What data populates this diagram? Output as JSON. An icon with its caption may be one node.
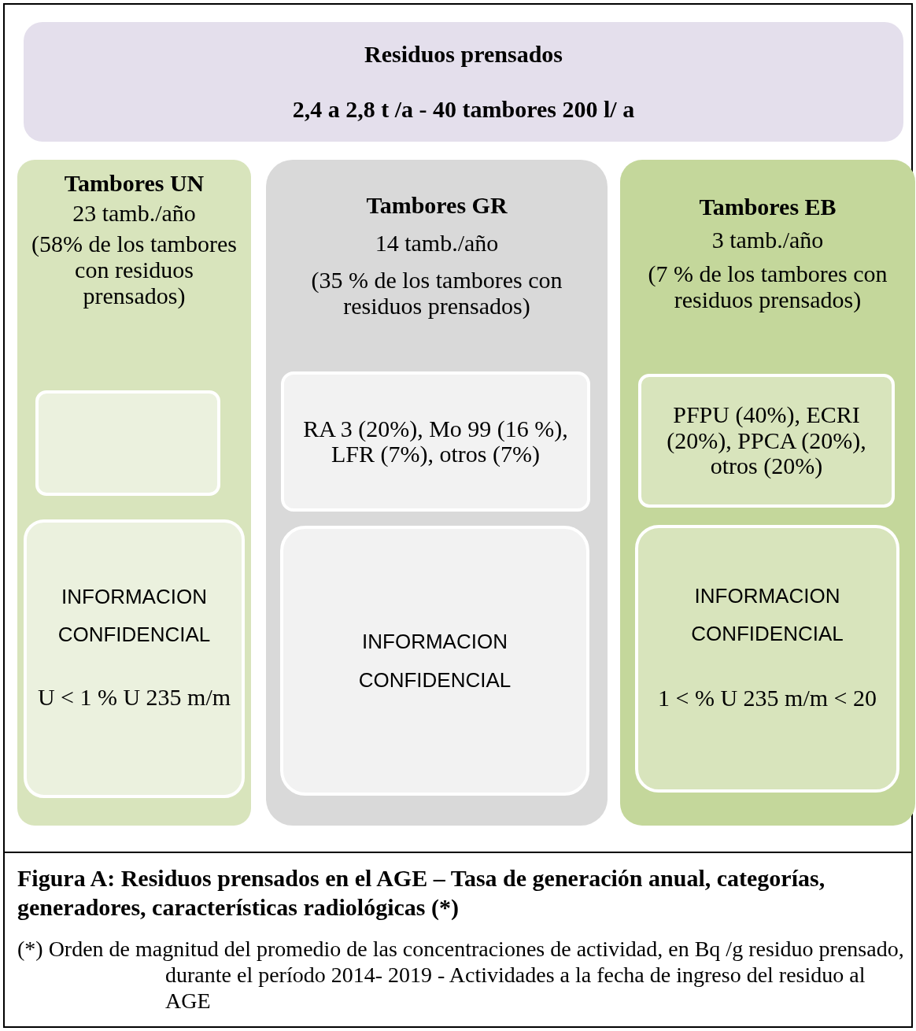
{
  "diagram": {
    "caption": "Figura A: Residuos prensados en el AGE – Tasa de generación anual, categorías, generadores, características radiológicas (*)",
    "nodes": [
      {
        "text": [
          "Residuos prensados",
          "2,4 a 2,8 t /a  - 40 tambores 200 l/ a"
        ]
      },
      {
        "text": [
          "Tambores UN",
          "23 tamb./año",
          "(58% de los tambores con residuos prensados)"
        ]
      },
      {
        "text": [],
        "shape": "box",
        "in": 1
      },
      {
        "text": [
          "INFORMACION CONFIDENCIAL",
          "U < 1 % U 235 m/m"
        ],
        "in": 1
      },
      {
        "text": [
          "Tambores GR",
          "14 tamb./año",
          "(35 % de los tambores con residuos  prensados)"
        ]
      },
      {
        "text": [
          "RA 3 (20%), Mo 99 (16 %), LFR (7%), otros (7%)"
        ],
        "in": 4
      },
      {
        "text": [
          "INFORMACION CONFIDENCIAL"
        ],
        "in": 4
      },
      {
        "text": [
          "Tambores EB",
          "3 tamb./año",
          "(7 % de los tambores con residuos prensados)"
        ]
      },
      {
        "text": [
          "PFPU (40%), ECRI (20%), PPCA (20%), otros (20%)"
        ],
        "in": 7
      },
      {
        "text": [
          "INFORMACION CONFIDENCIAL",
          "1 < % U 235 m/m < 20"
        ],
        "in": 7
      }
    ],
    "labels": [
      "(*) Orden de magnitud del promedio de las  concentraciones de actividad, en Bq /g residuo prensado, durante el período 2014- 2019 - Actividades a la fecha de ingreso  del residuo al AGE"
    ]
  }
}
